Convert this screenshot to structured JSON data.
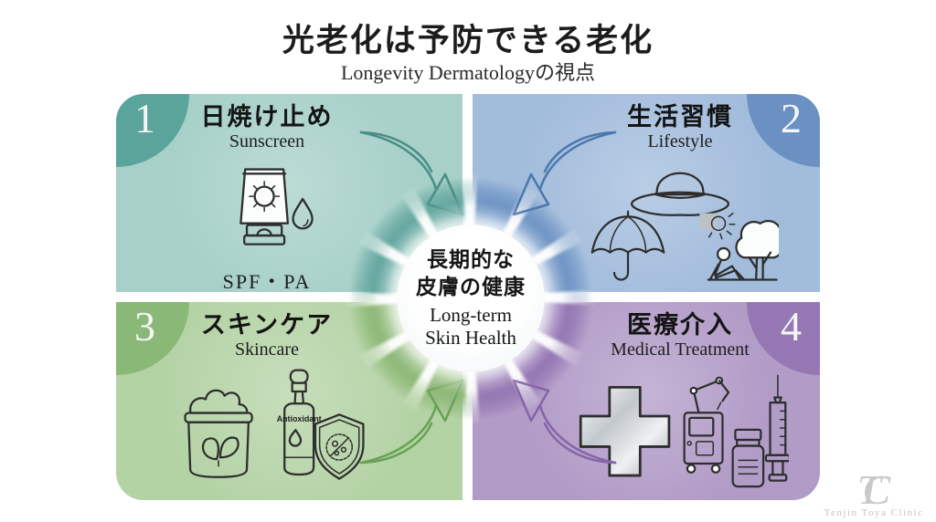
{
  "title": "光老化は予防できる老化",
  "subtitle": "Longevity Dermatologyの視点",
  "center": {
    "jp_line1": "長期的な",
    "jp_line2": "皮膚の健康",
    "en_line1": "Long-term",
    "en_line2": "Skin Health"
  },
  "quadrants": [
    {
      "number": "1",
      "title_jp": "日焼け止め",
      "title_en": "Sunscreen",
      "note": "SPF・PA",
      "icon": "sunscreen-tube-droplet-icon",
      "bg": "#a6d0c8",
      "badge": "#5aa49b",
      "arrow": "#4c8f87"
    },
    {
      "number": "2",
      "title_jp": "生活習慣",
      "title_en": "Lifestyle",
      "icon": "sun-hat-umbrella-shade-person-tree-icon",
      "bg": "#a2bcdc",
      "badge": "#6b91c3",
      "arrow": "#4d79ae"
    },
    {
      "number": "3",
      "title_jp": "スキンケア",
      "title_en": "Skincare",
      "icon_label": "Antioxidant",
      "icon": "cream-jar-serum-shield-icon",
      "bg": "#b4d3a5",
      "badge": "#8ab877",
      "arrow": "#69a256"
    },
    {
      "number": "4",
      "title_jp": "医療介入",
      "title_en": "Medical Treatment",
      "icon": "medical-cross-laser-vial-syringe-icon",
      "bg": "#b19bc7",
      "badge": "#9577b3",
      "arrow": "#8766a6"
    }
  ],
  "logo": {
    "monogram": "TC",
    "name": "Tenjin Toya Clinic"
  }
}
